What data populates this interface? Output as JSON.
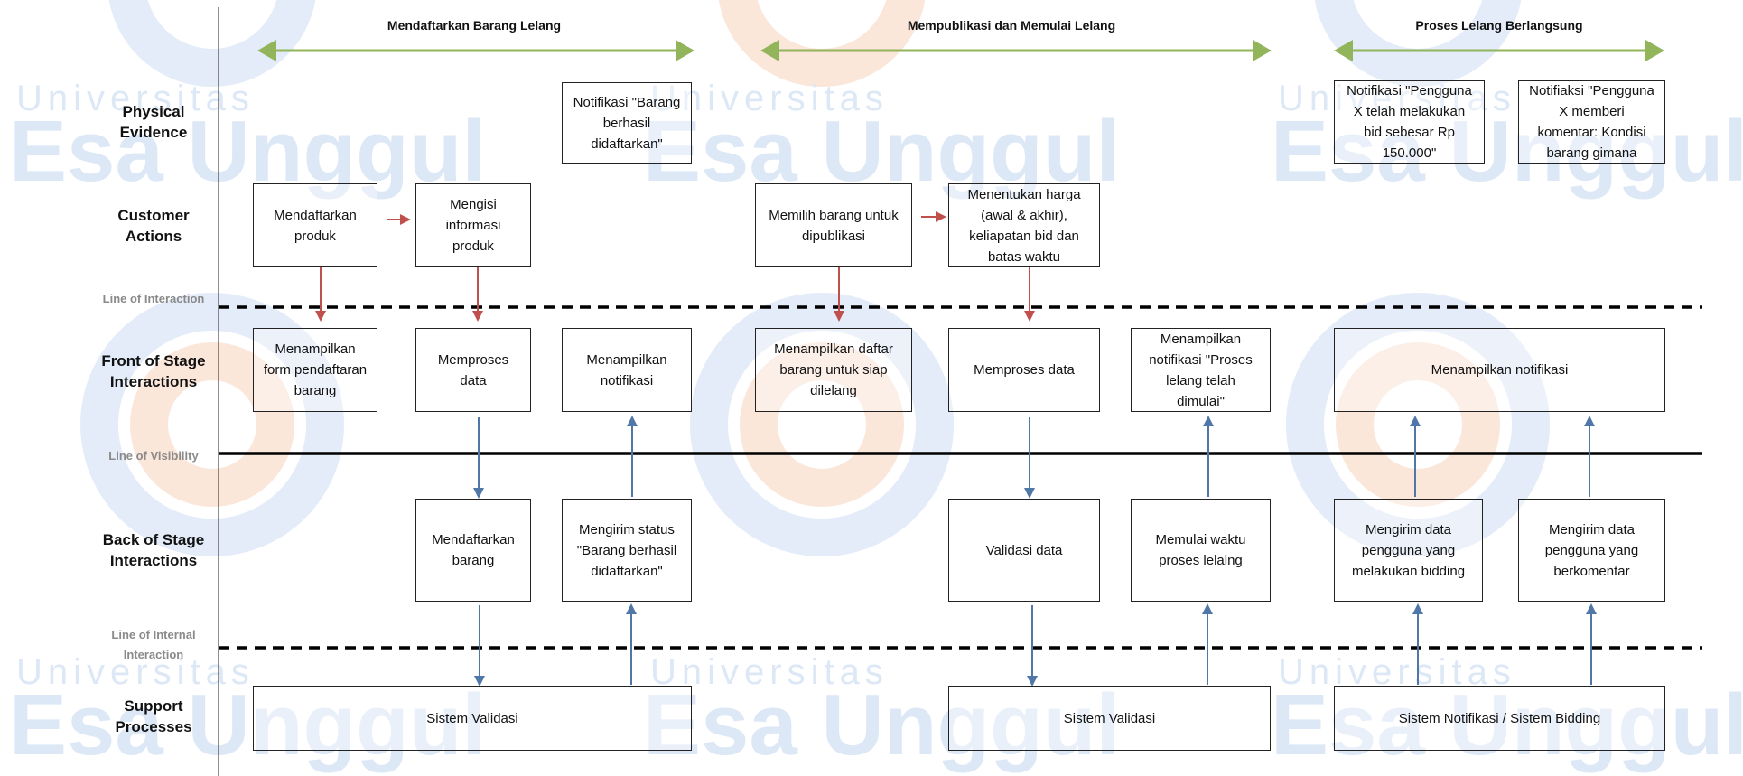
{
  "watermark": {
    "small": "Universitas",
    "large": "Esa Unggul",
    "color_text": "#dde8f6",
    "color_ring_blue": "#e3ecf8",
    "color_ring_orange": "#fbe6da"
  },
  "colors": {
    "phase_arrow": "#92b45a",
    "customer_arrow": "#c0504d",
    "system_arrow": "#4f77a8"
  },
  "phases": [
    {
      "label": "Mendaftarkan Barang Lelang"
    },
    {
      "label": "Mempublikasi dan Memulai Lelang"
    },
    {
      "label": "Proses Lelang Berlangsung"
    }
  ],
  "rows": {
    "physical_evidence": "Physical\nEvidence",
    "customer_actions": "Customer\nActions",
    "front_stage": "Front of Stage\nInteractions",
    "back_stage": "Back of Stage\nInteractions",
    "support": "Support\nProcesses"
  },
  "lines": {
    "interaction": "Line of Interaction",
    "visibility": "Line of Visibility",
    "internal": "Line of Internal\nInteraction"
  },
  "boxes": {
    "pe_barang_berhasil": "Notifikasi \"Barang\nberhasil\ndidaftarkan\"",
    "pe_bid": "Notifikasi \"Pengguna\nX telah melakukan\nbid sebesar Rp\n150.000\"",
    "pe_komentar": "Notifiaksi \"Pengguna\nX memberi\nkomentar: Kondisi\nbarang gimana",
    "ca_daftar_produk": "Mendaftarkan\nproduk",
    "ca_isi_info": "Mengisi\ninformasi\nproduk",
    "ca_pilih_barang": "Memilih barang untuk\ndipublikasi",
    "ca_tentukan_harga": "Menentukan harga\n(awal & akhir),\nkeliapatan bid dan\nbatas waktu",
    "fs_form": "Menampilkan\nform pendaftaran\nbarang",
    "fs_proses_1": "Memproses\ndata",
    "fs_notif_1": "Menampilkan\nnotifikasi",
    "fs_daftar_barang": "Menampilkan daftar\nbarang untuk siap\ndilelang",
    "fs_proses_2": "Memproses data",
    "fs_notif_proses": "Menampilkan\nnotifikasi \"Proses\nlelang telah\ndimulai\"",
    "fs_notif_3": "Menampilkan notifikasi",
    "bs_daftar_barang": "Mendaftarkan\nbarang",
    "bs_kirim_status": "Mengirim status\n\"Barang berhasil\ndidaftarkan\"",
    "bs_validasi": "Validasi data",
    "bs_mulai_waktu": "Memulai waktu\nproses lelalng",
    "bs_kirim_bidding": "Mengirim data\npengguna yang\nmelakukan bidding",
    "bs_kirim_komentar": "Mengirim data\npengguna yang\nberkomentar",
    "sp_validasi_1": "Sistem Validasi",
    "sp_validasi_2": "Sistem Validasi",
    "sp_notif_bidding": "Sistem Notifikasi / Sistem Bidding"
  }
}
